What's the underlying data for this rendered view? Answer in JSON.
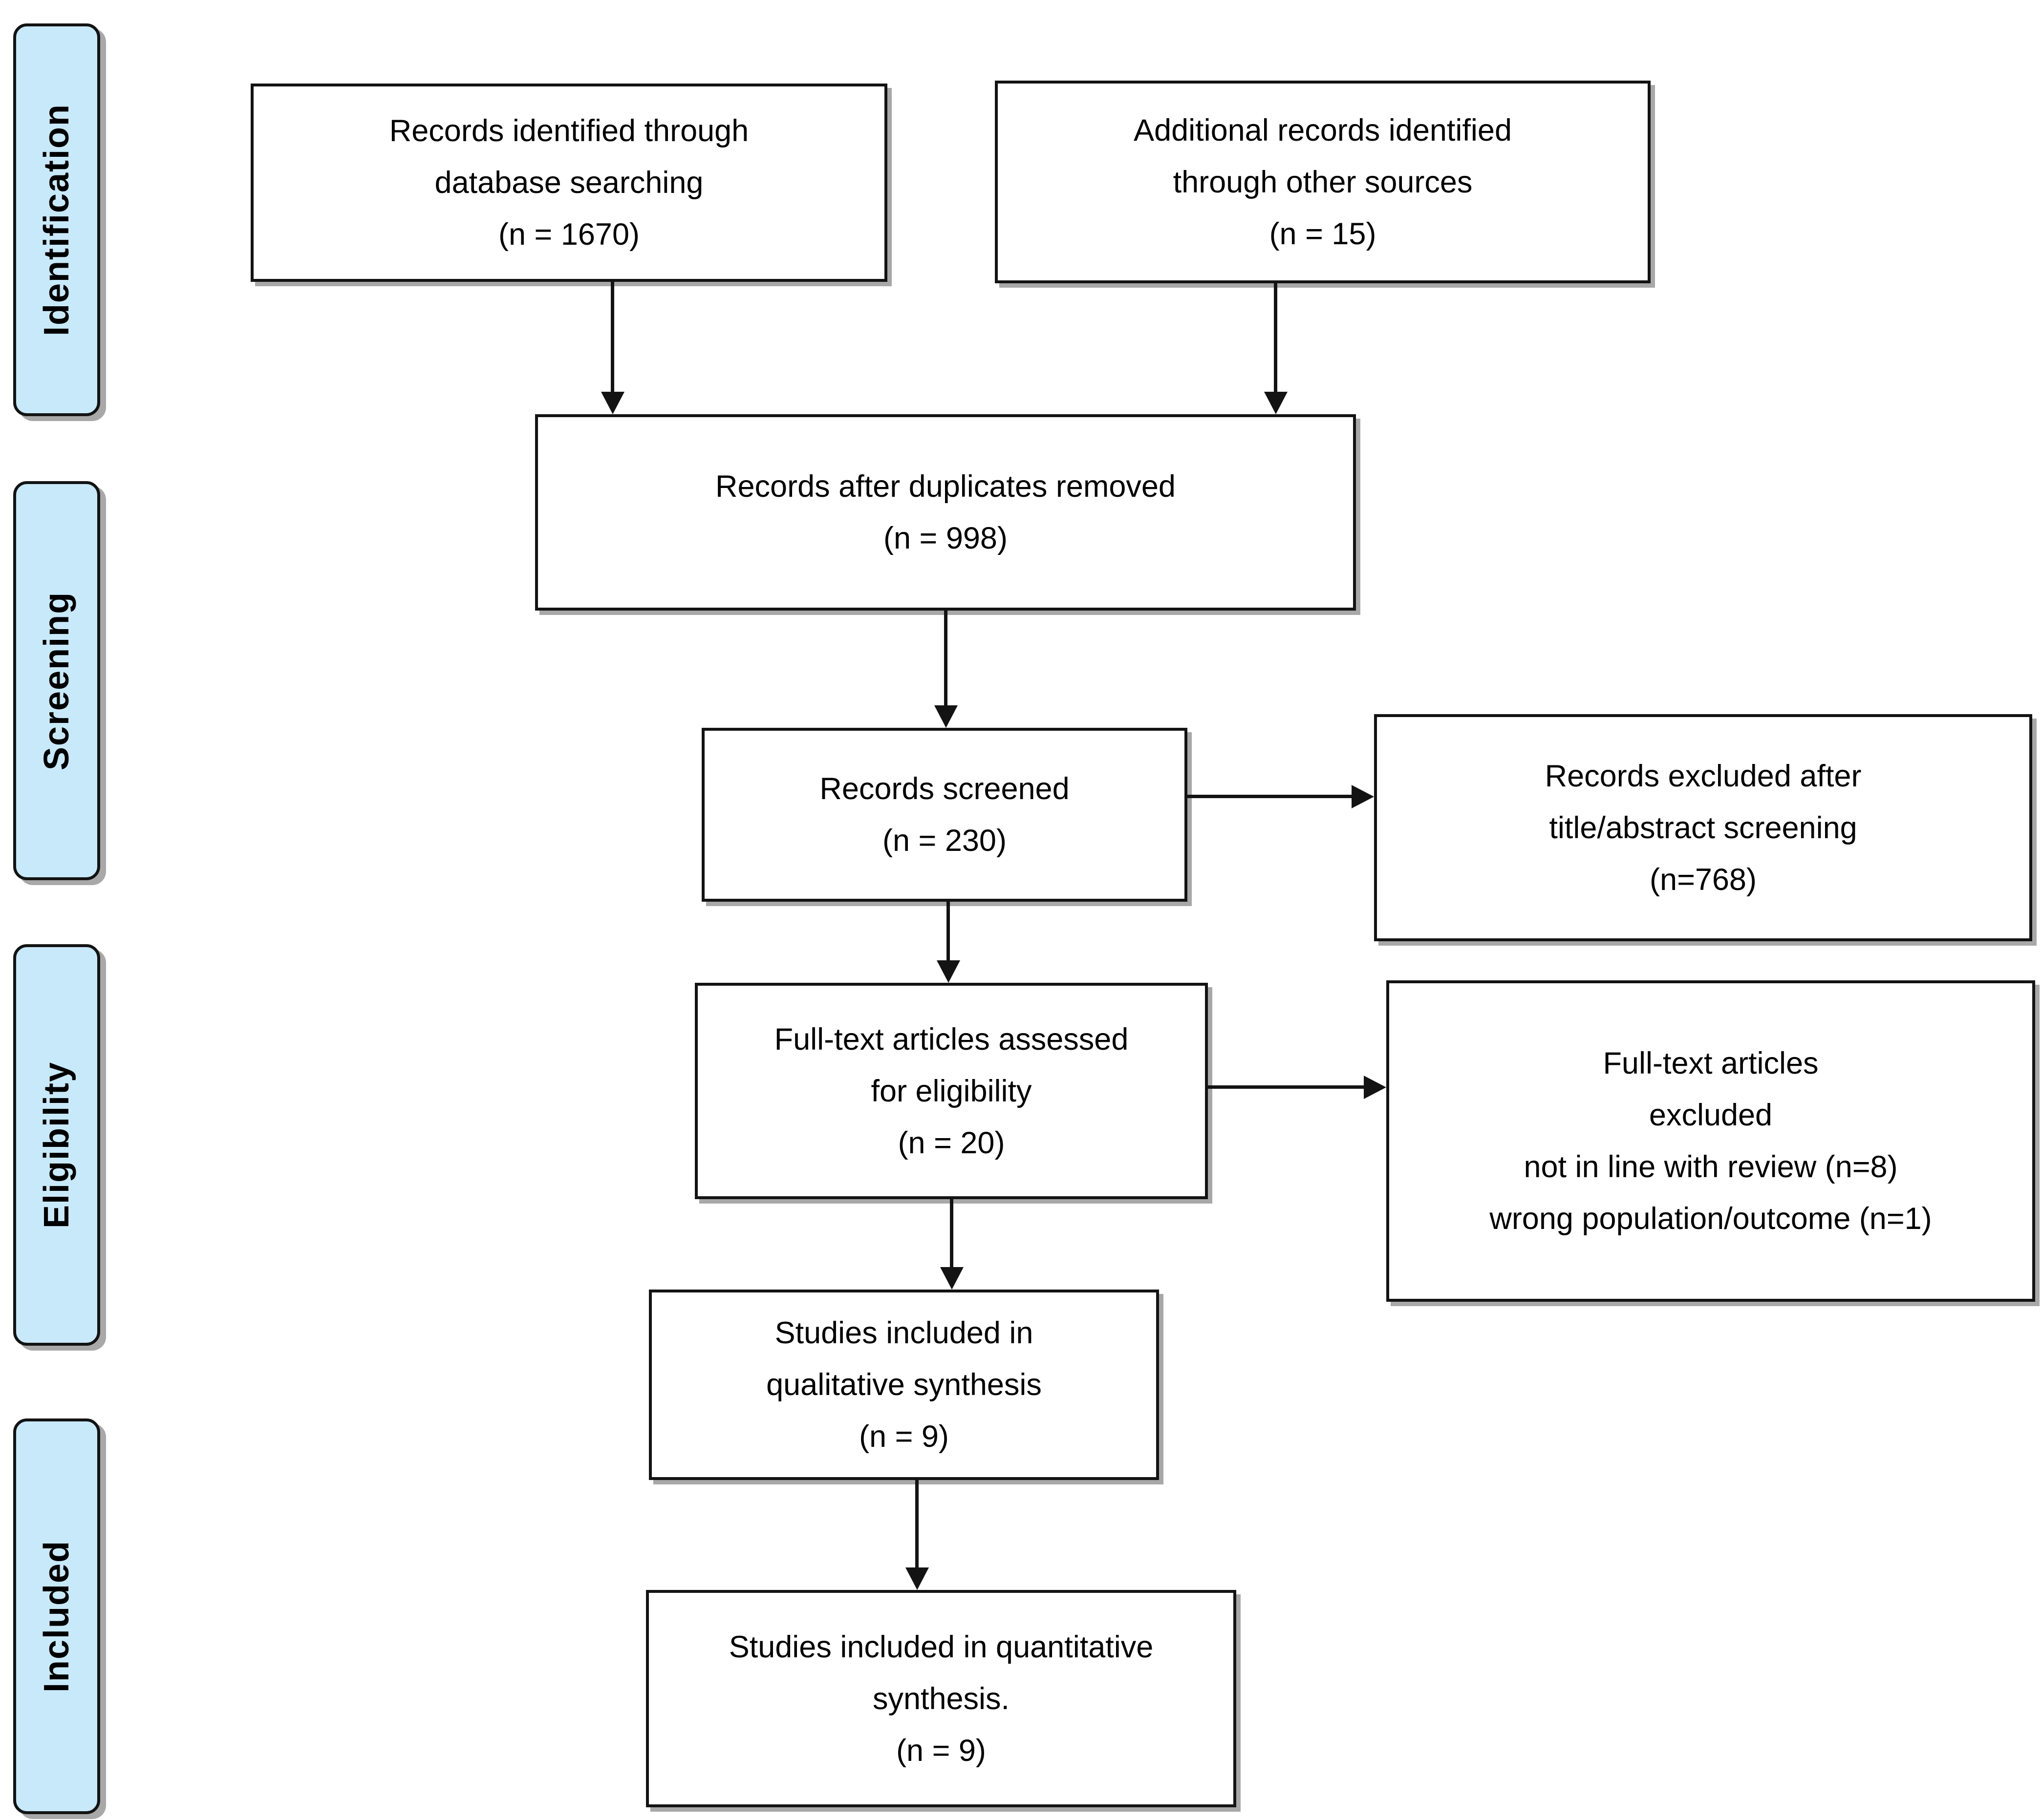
{
  "diagram_type": "PRISMA flow diagram",
  "sidebar": {
    "identification": {
      "label": "Identification"
    },
    "screening": {
      "label": "Screening"
    },
    "eligibility": {
      "label": "Eligibility"
    },
    "included": {
      "label": "Included"
    }
  },
  "boxes": {
    "db_search": {
      "lines": [
        "Records identified through",
        "database searching",
        "(n = 1670)"
      ]
    },
    "other_sources": {
      "lines": [
        "Additional records identified",
        "through other sources",
        "(n = 15)"
      ]
    },
    "dedup": {
      "lines": [
        "Records after duplicates removed",
        "(n = 998)"
      ]
    },
    "screened": {
      "lines": [
        "Records screened",
        "(n = 230)"
      ]
    },
    "excluded_title_abstract": {
      "lines": [
        "Records excluded after",
        "title/abstract screening",
        "(n=768)"
      ]
    },
    "fulltext_assessed": {
      "lines": [
        "Full-text articles assessed",
        "for eligibility",
        "(n = 20)"
      ]
    },
    "fulltext_excluded": {
      "lines": [
        "Full-text articles",
        "excluded",
        "not in line with review (n=8)",
        "wrong population/outcome (n=1)"
      ]
    },
    "qualitative": {
      "lines": [
        "Studies included in",
        "qualitative synthesis",
        "(n = 9)"
      ]
    },
    "quantitative": {
      "lines": [
        "Studies included in quantitative",
        "synthesis.",
        "(n = 9)"
      ]
    }
  },
  "colors": {
    "stage_fill": "#c8e9fa",
    "box_fill": "#ffffff",
    "ink": "#131313",
    "shadow": "#a8a8a8"
  }
}
